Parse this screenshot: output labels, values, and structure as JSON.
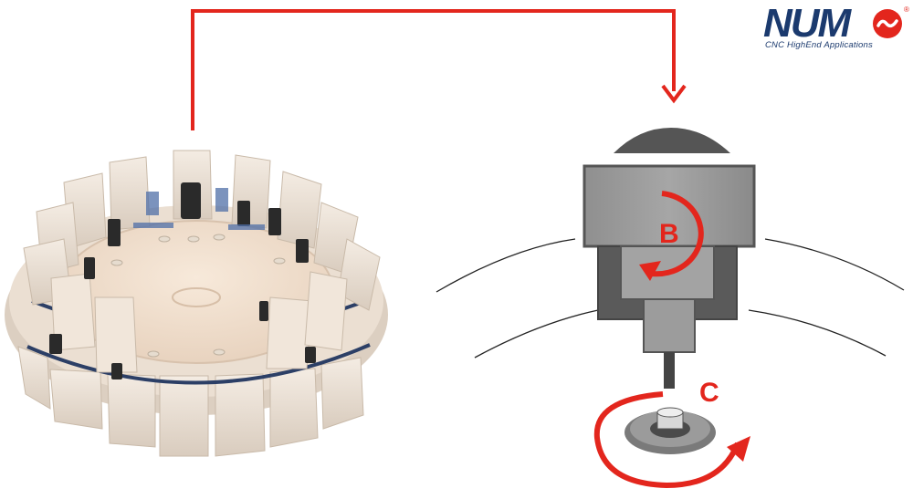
{
  "logo": {
    "word": "NUM",
    "reg": "®",
    "tagline": "CNC HighEnd Applications",
    "brand_color": "#1b3a6e",
    "accent_color": "#e3261d"
  },
  "axes": {
    "b_label": "B",
    "c_label": "C"
  },
  "colors": {
    "arrow": "#e3261d",
    "head_body": "#9a9a9a",
    "head_dark": "#555555",
    "table_tone": "#f3e1cf",
    "station_tone": "#efe4d8"
  },
  "icons": [
    "num-logo-icon",
    "rotation-arrow-icon"
  ]
}
